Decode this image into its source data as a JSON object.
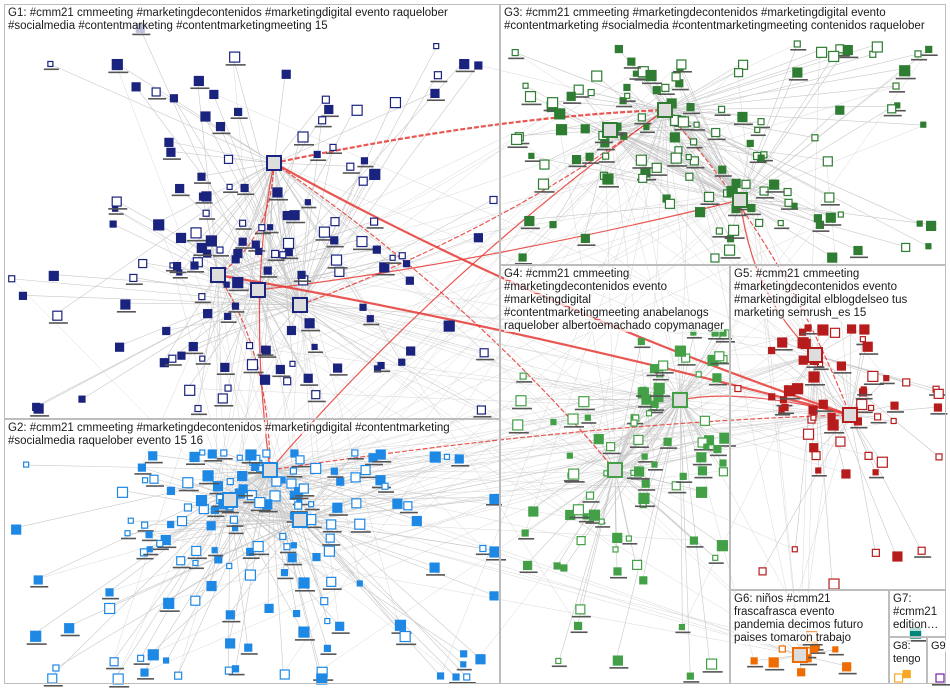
{
  "groups": [
    {
      "id": "G1",
      "label": "G1: #cmm21 cmmeeting #marketingdecontenidos #marketingdigital evento raquelober #socialmedia #contentmarketing #contentmarketingmeeting 15",
      "color": "#1a237e"
    },
    {
      "id": "G2",
      "label": "G2: #cmm21 cmmeeting #marketingdecontenidos #marketingdigital #contentmarketing #socialmedia raquelober evento 15 16",
      "color": "#1e88e5"
    },
    {
      "id": "G3",
      "label": "G3: #cmm21 cmmeeting #marketingdecontenidos #marketingdigital evento #contentmarketing #socialmedia #contentmarketingmeeting contenidos raquelober",
      "color": "#2e7d32"
    },
    {
      "id": "G4",
      "label": "G4: #cmm21 cmmeeting #marketingdecontenidos evento #marketingdigital #contentmarketingmeeting anabelanogs raquelober albertoemachado copymanager",
      "color": "#43a047"
    },
    {
      "id": "G5",
      "label": "G5: #cmm21 cmmeeting #marketingdecontenidos evento #marketingdigital elblogdelseo tus marketing semrush_es 15",
      "color": "#b71c1c"
    },
    {
      "id": "G6",
      "label": "G6: niños #cmm21 frascafrasca evento pandemia decimos futuro paises tomaron trabajo",
      "color": "#ef6c00"
    },
    {
      "id": "G7",
      "label": "G7: #cmm21 edition…",
      "color": "#00897b"
    },
    {
      "id": "G8",
      "label": "G8: tengo",
      "color": "#f9a825"
    },
    {
      "id": "G9",
      "label": "G9",
      "color": "#7b1fa2"
    }
  ],
  "colors": {
    "edge": "#c8c8c8",
    "edge_strong": "#e53935",
    "border": "#bdbdbd"
  }
}
